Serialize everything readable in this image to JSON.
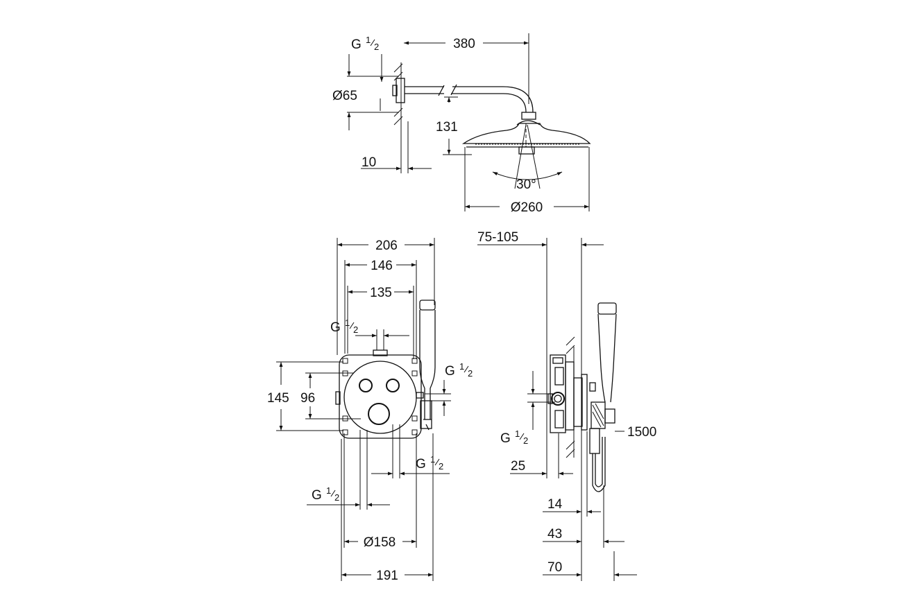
{
  "top_view": {
    "dim_width": "380",
    "dim_height": "131",
    "dim_wall": "10",
    "dim_flange": "Ø65",
    "dim_head": "Ø260",
    "angle": "30°",
    "thread": {
      "main": "G",
      "num": "1",
      "den": "2"
    }
  },
  "front_view": {
    "dim_206": "206",
    "dim_146": "146",
    "dim_135": "135",
    "dim_145": "145",
    "dim_96": "96",
    "dim_158": "Ø158",
    "dim_191": "191",
    "thread_top": {
      "main": "G",
      "num": "1",
      "den": "2"
    },
    "thread_right": {
      "main": "G",
      "num": "1",
      "den": "2"
    },
    "thread_bottom_right": {
      "main": "G",
      "num": "1",
      "den": "2"
    },
    "thread_bottom_left": {
      "main": "G",
      "num": "1",
      "den": "2"
    }
  },
  "side_view": {
    "dim_depth": "75-105",
    "dim_hose": "1500",
    "dim_25": "25",
    "dim_14": "14",
    "dim_43": "43",
    "dim_70": "70",
    "thread": {
      "main": "G",
      "num": "1",
      "den": "2"
    }
  }
}
